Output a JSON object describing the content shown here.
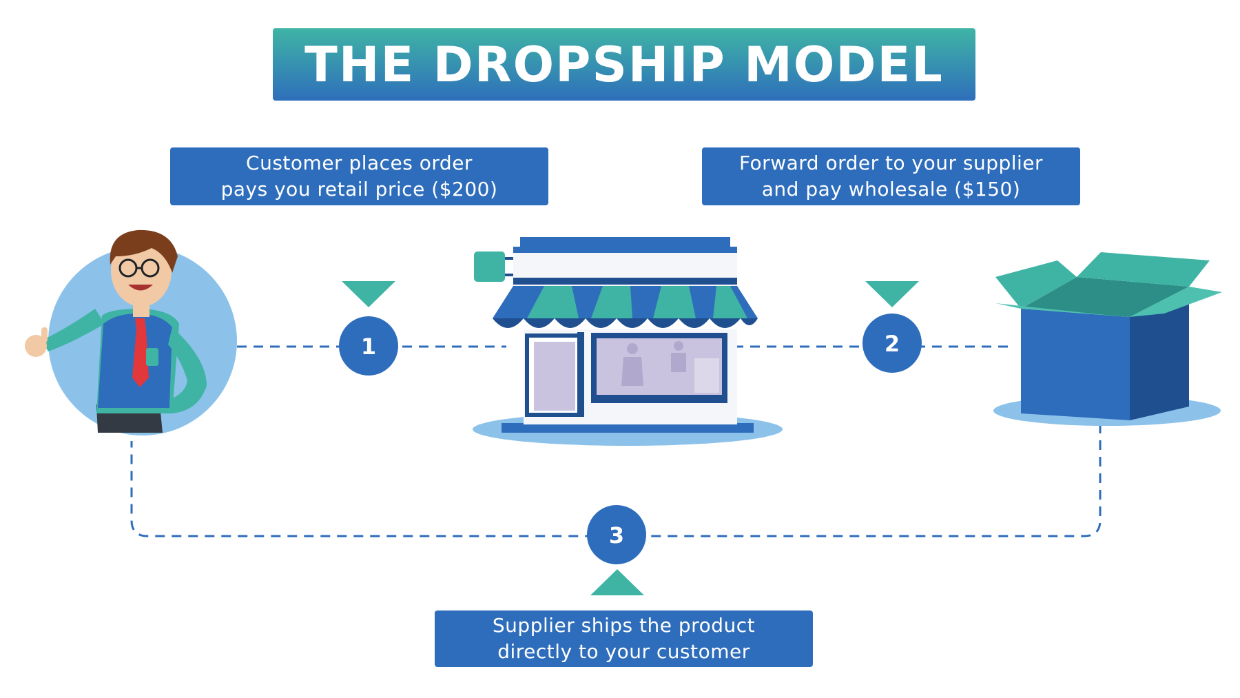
{
  "title": "THE DROPSHIP MODEL",
  "steps": [
    {
      "number": "1",
      "line1": "Customer places order",
      "line2": "pays you retail price ($200)"
    },
    {
      "number": "2",
      "line1": "Forward order to your supplier",
      "line2": "and pay wholesale ($150)"
    },
    {
      "number": "3",
      "line1": "Supplier ships the product",
      "line2": "directly to your customer"
    }
  ],
  "colors": {
    "primary_blue": "#2e6dbb",
    "teal": "#3fb4a5",
    "light_blue": "#8cc2ea",
    "dark_blue": "#1f4f8f"
  },
  "icons": [
    "customer-illustration",
    "storefront-icon",
    "open-box-icon"
  ]
}
